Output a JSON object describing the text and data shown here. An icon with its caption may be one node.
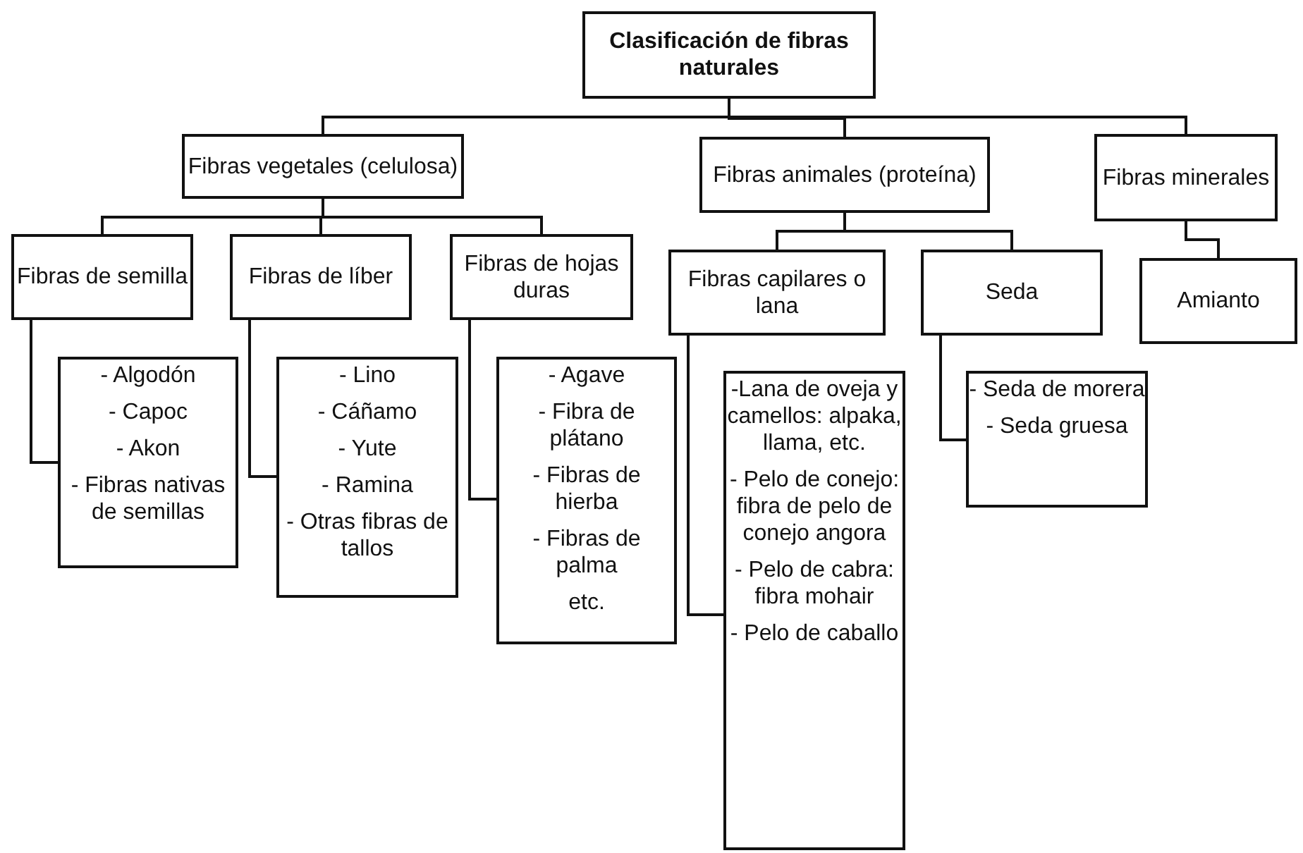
{
  "diagram": {
    "nodes": [
      {
        "text": [
          "Clasificación de fibras naturales"
        ]
      },
      {
        "text": [
          "Fibras vegetales (celulosa)"
        ]
      },
      {
        "text": [
          "Fibras animales (proteína)"
        ]
      },
      {
        "text": [
          "Fibras minerales"
        ]
      },
      {
        "text": [
          "Fibras de semilla"
        ]
      },
      {
        "text": [
          "Fibras de líber"
        ]
      },
      {
        "text": [
          "Fibras de hojas duras"
        ]
      },
      {
        "text": [
          "Fibras capilares o lana"
        ]
      },
      {
        "text": [
          "Seda"
        ]
      },
      {
        "text": [
          "Amianto"
        ]
      },
      {
        "text": [
          "- Algodón",
          "- Capoc",
          "- Akon",
          "- Fibras nativas de semillas"
        ]
      },
      {
        "text": [
          "- Lino",
          "- Cáñamo",
          "- Yute",
          "- Ramina",
          "- Otras fibras de tallos"
        ]
      },
      {
        "text": [
          "- Agave",
          "- Fibra de plátano",
          "- Fibras de hierba",
          "- Fibras de palma",
          "etc."
        ]
      },
      {
        "text": [
          "-Lana de oveja y camellos: alpaka, llama, etc.",
          "- Pelo de conejo: fibra de pelo de conejo angora",
          "- Pelo de cabra: fibra mohair",
          "- Pelo de caballo"
        ]
      },
      {
        "text": [
          "- Seda de morera",
          "- Seda gruesa"
        ]
      }
    ],
    "edges": [
      {
        "from": 0,
        "to": 1,
        "arrow": "none"
      },
      {
        "from": 0,
        "to": 2,
        "arrow": "none"
      },
      {
        "from": 0,
        "to": 3,
        "arrow": "none"
      },
      {
        "from": 1,
        "to": 4,
        "arrow": "none"
      },
      {
        "from": 1,
        "to": 5,
        "arrow": "none"
      },
      {
        "from": 1,
        "to": 6,
        "arrow": "none"
      },
      {
        "from": 2,
        "to": 7,
        "arrow": "none"
      },
      {
        "from": 2,
        "to": 8,
        "arrow": "none"
      },
      {
        "from": 3,
        "to": 9,
        "arrow": "none"
      },
      {
        "from": 4,
        "to": 10,
        "arrow": "none"
      },
      {
        "from": 5,
        "to": 11,
        "arrow": "none"
      },
      {
        "from": 6,
        "to": 12,
        "arrow": "none"
      },
      {
        "from": 7,
        "to": 13,
        "arrow": "none"
      },
      {
        "from": 8,
        "to": 14,
        "arrow": "none"
      }
    ]
  }
}
